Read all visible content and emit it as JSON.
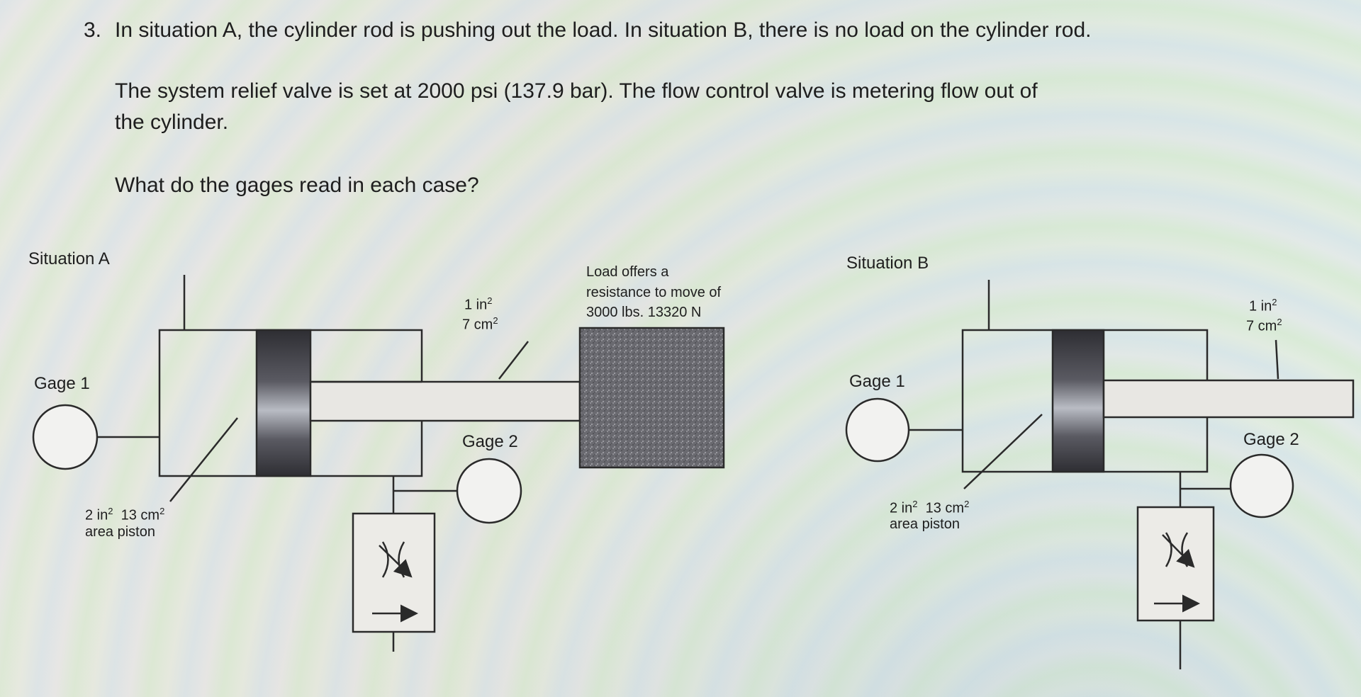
{
  "question": {
    "number": "3.",
    "line1": "In situation A, the cylinder rod is pushing out the load. In situation B, there is no load on the cylinder rod.",
    "line2a": "The system relief valve is set at 2000 psi (137.9 bar). The flow control valve is metering flow out of",
    "line2b": "the cylinder.",
    "line3": "What do the gages read in each case?"
  },
  "situation_a": {
    "title": "Situation  A",
    "gage1": "Gage 1",
    "gage2": "Gage 2",
    "rod_area_in": "1 in",
    "rod_area_cm": "7 cm",
    "piston_area": "2 in",
    "piston_area_cm": "13 cm",
    "piston_caption": "area piston",
    "load_line1": "Load offers a",
    "load_line2": "resistance to move of",
    "load_line3": "3000 lbs.  13320 N"
  },
  "situation_b": {
    "title": "Situation B",
    "gage1": "Gage 1",
    "gage2": "Gage 2",
    "rod_area_in": "1 in",
    "rod_area_cm": "7 cm",
    "piston_area": "2 in",
    "piston_area_cm": "13 cm",
    "piston_caption": "area piston"
  },
  "superscript": "2",
  "colors": {
    "line": "#2a2a2a",
    "piston_dark": "#3c3c40",
    "load_fill": "#6e6e72"
  }
}
